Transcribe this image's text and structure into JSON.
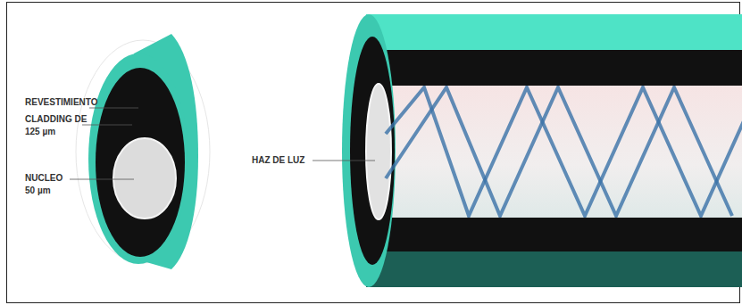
{
  "diagram": {
    "labels": [
      "REVESTIMIENTO",
      "CLADDING DE 125 µm",
      "NUCLEO 50 µm",
      "HAZ DE LUZ"
    ]
  }
}
